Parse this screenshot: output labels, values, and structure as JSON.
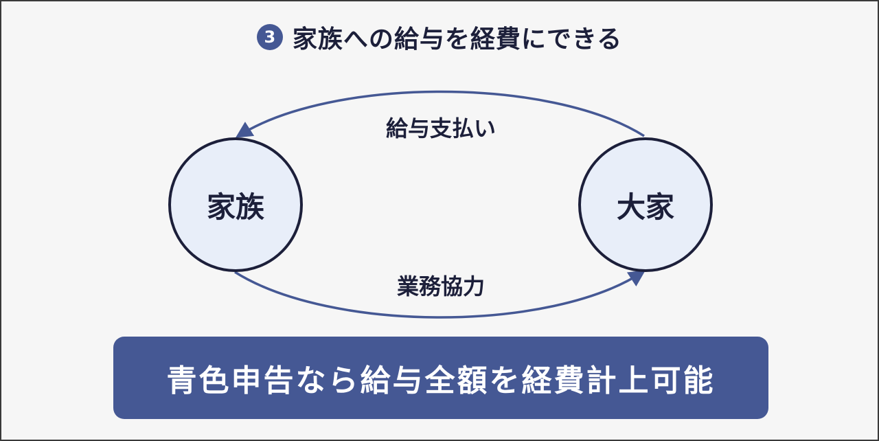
{
  "header": {
    "number": "3",
    "title": "家族への給与を経費にできる"
  },
  "nodes": {
    "family": "家族",
    "landlord": "大家"
  },
  "edges": {
    "top_label": "給与支払い",
    "bottom_label": "業務協力"
  },
  "banner": {
    "text": "青色申告なら給与全額を経費計上可能"
  },
  "colors": {
    "accent": "#455894",
    "ink": "#1c1f3a",
    "node_fill": "#e8eef9",
    "background": "#f6f6f6"
  }
}
